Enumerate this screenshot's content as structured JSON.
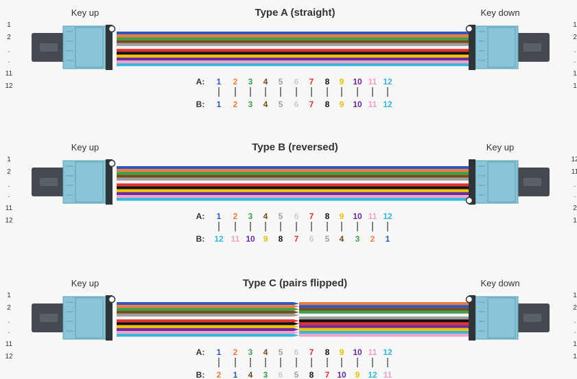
{
  "colors": {
    "1": "#2f57c2",
    "2": "#f07a3a",
    "3": "#3ca24a",
    "4": "#7a4a1c",
    "5": "#9e9e9e",
    "6": "#f4f4f4",
    "7": "#e0322f",
    "8": "#111111",
    "9": "#f2c400",
    "10": "#6a2c9c",
    "11": "#f0a2c8",
    "12": "#36b7d9",
    "connector_body": "#444a4f",
    "connector_boot": "#89c5d9",
    "key_dot": "#ffffff"
  },
  "number_colors": {
    "1": "#2f57c2",
    "2": "#f07a3a",
    "3": "#3ca24a",
    "4": "#7a4a1c",
    "5": "#a0a0a0",
    "6": "#cccccc",
    "7": "#e0322f",
    "8": "#111111",
    "9": "#e6c000",
    "10": "#6a2c9c",
    "11": "#f0a2c8",
    "12": "#36b7d9"
  },
  "sections": [
    {
      "title": "Type A (straight)",
      "left_key": "Key up",
      "right_key": "Key down",
      "left_side": [
        "1",
        "2",
        ".",
        ".",
        "11",
        "12"
      ],
      "right_side": [
        "1",
        "2",
        ".",
        ".",
        "1",
        "1"
      ],
      "left_colors": [
        1,
        2,
        3,
        4,
        5,
        6,
        7,
        8,
        9,
        10,
        11,
        12
      ],
      "right_colors": [
        1,
        2,
        3,
        4,
        5,
        6,
        7,
        8,
        9,
        10,
        11,
        12
      ],
      "crossover": false,
      "row_a_label": "A:",
      "row_b_label": "B:",
      "row_a": [
        1,
        2,
        3,
        4,
        5,
        6,
        7,
        8,
        9,
        10,
        11,
        12
      ],
      "row_b": [
        1,
        2,
        3,
        4,
        5,
        6,
        7,
        8,
        9,
        10,
        11,
        12
      ]
    },
    {
      "title": "Type B (reversed)",
      "left_key": "Key up",
      "right_key": "Key up",
      "left_side": [
        "1",
        "2",
        ".",
        ".",
        "11",
        "12"
      ],
      "right_side": [
        "12",
        "11",
        ".",
        ".",
        "2",
        "1"
      ],
      "left_colors": [
        1,
        2,
        3,
        4,
        5,
        6,
        7,
        8,
        9,
        10,
        11,
        12
      ],
      "right_colors": [
        1,
        2,
        3,
        4,
        5,
        6,
        7,
        8,
        9,
        10,
        11,
        12
      ],
      "crossover": false,
      "row_a_label": "A:",
      "row_b_label": "B:",
      "row_a": [
        1,
        2,
        3,
        4,
        5,
        6,
        7,
        8,
        9,
        10,
        11,
        12
      ],
      "row_b": [
        12,
        11,
        10,
        9,
        8,
        7,
        6,
        5,
        4,
        3,
        2,
        1
      ]
    },
    {
      "title": "Type C (pairs flipped)",
      "left_key": "Key up",
      "right_key": "Key down",
      "left_side": [
        "1",
        "2",
        ".",
        ".",
        "11",
        "12"
      ],
      "right_side": [
        "1",
        "2",
        ".",
        ".",
        "1",
        "1"
      ],
      "left_colors": [
        1,
        2,
        3,
        4,
        5,
        6,
        7,
        8,
        9,
        10,
        11,
        12
      ],
      "right_colors": [
        2,
        1,
        4,
        3,
        6,
        5,
        8,
        7,
        10,
        9,
        12,
        11
      ],
      "crossover": true,
      "row_a_label": "A:",
      "row_b_label": "B:",
      "row_a": [
        1,
        2,
        3,
        4,
        5,
        6,
        7,
        8,
        9,
        10,
        11,
        12
      ],
      "row_b": [
        2,
        1,
        4,
        3,
        6,
        5,
        8,
        7,
        10,
        9,
        12,
        11
      ]
    }
  ]
}
